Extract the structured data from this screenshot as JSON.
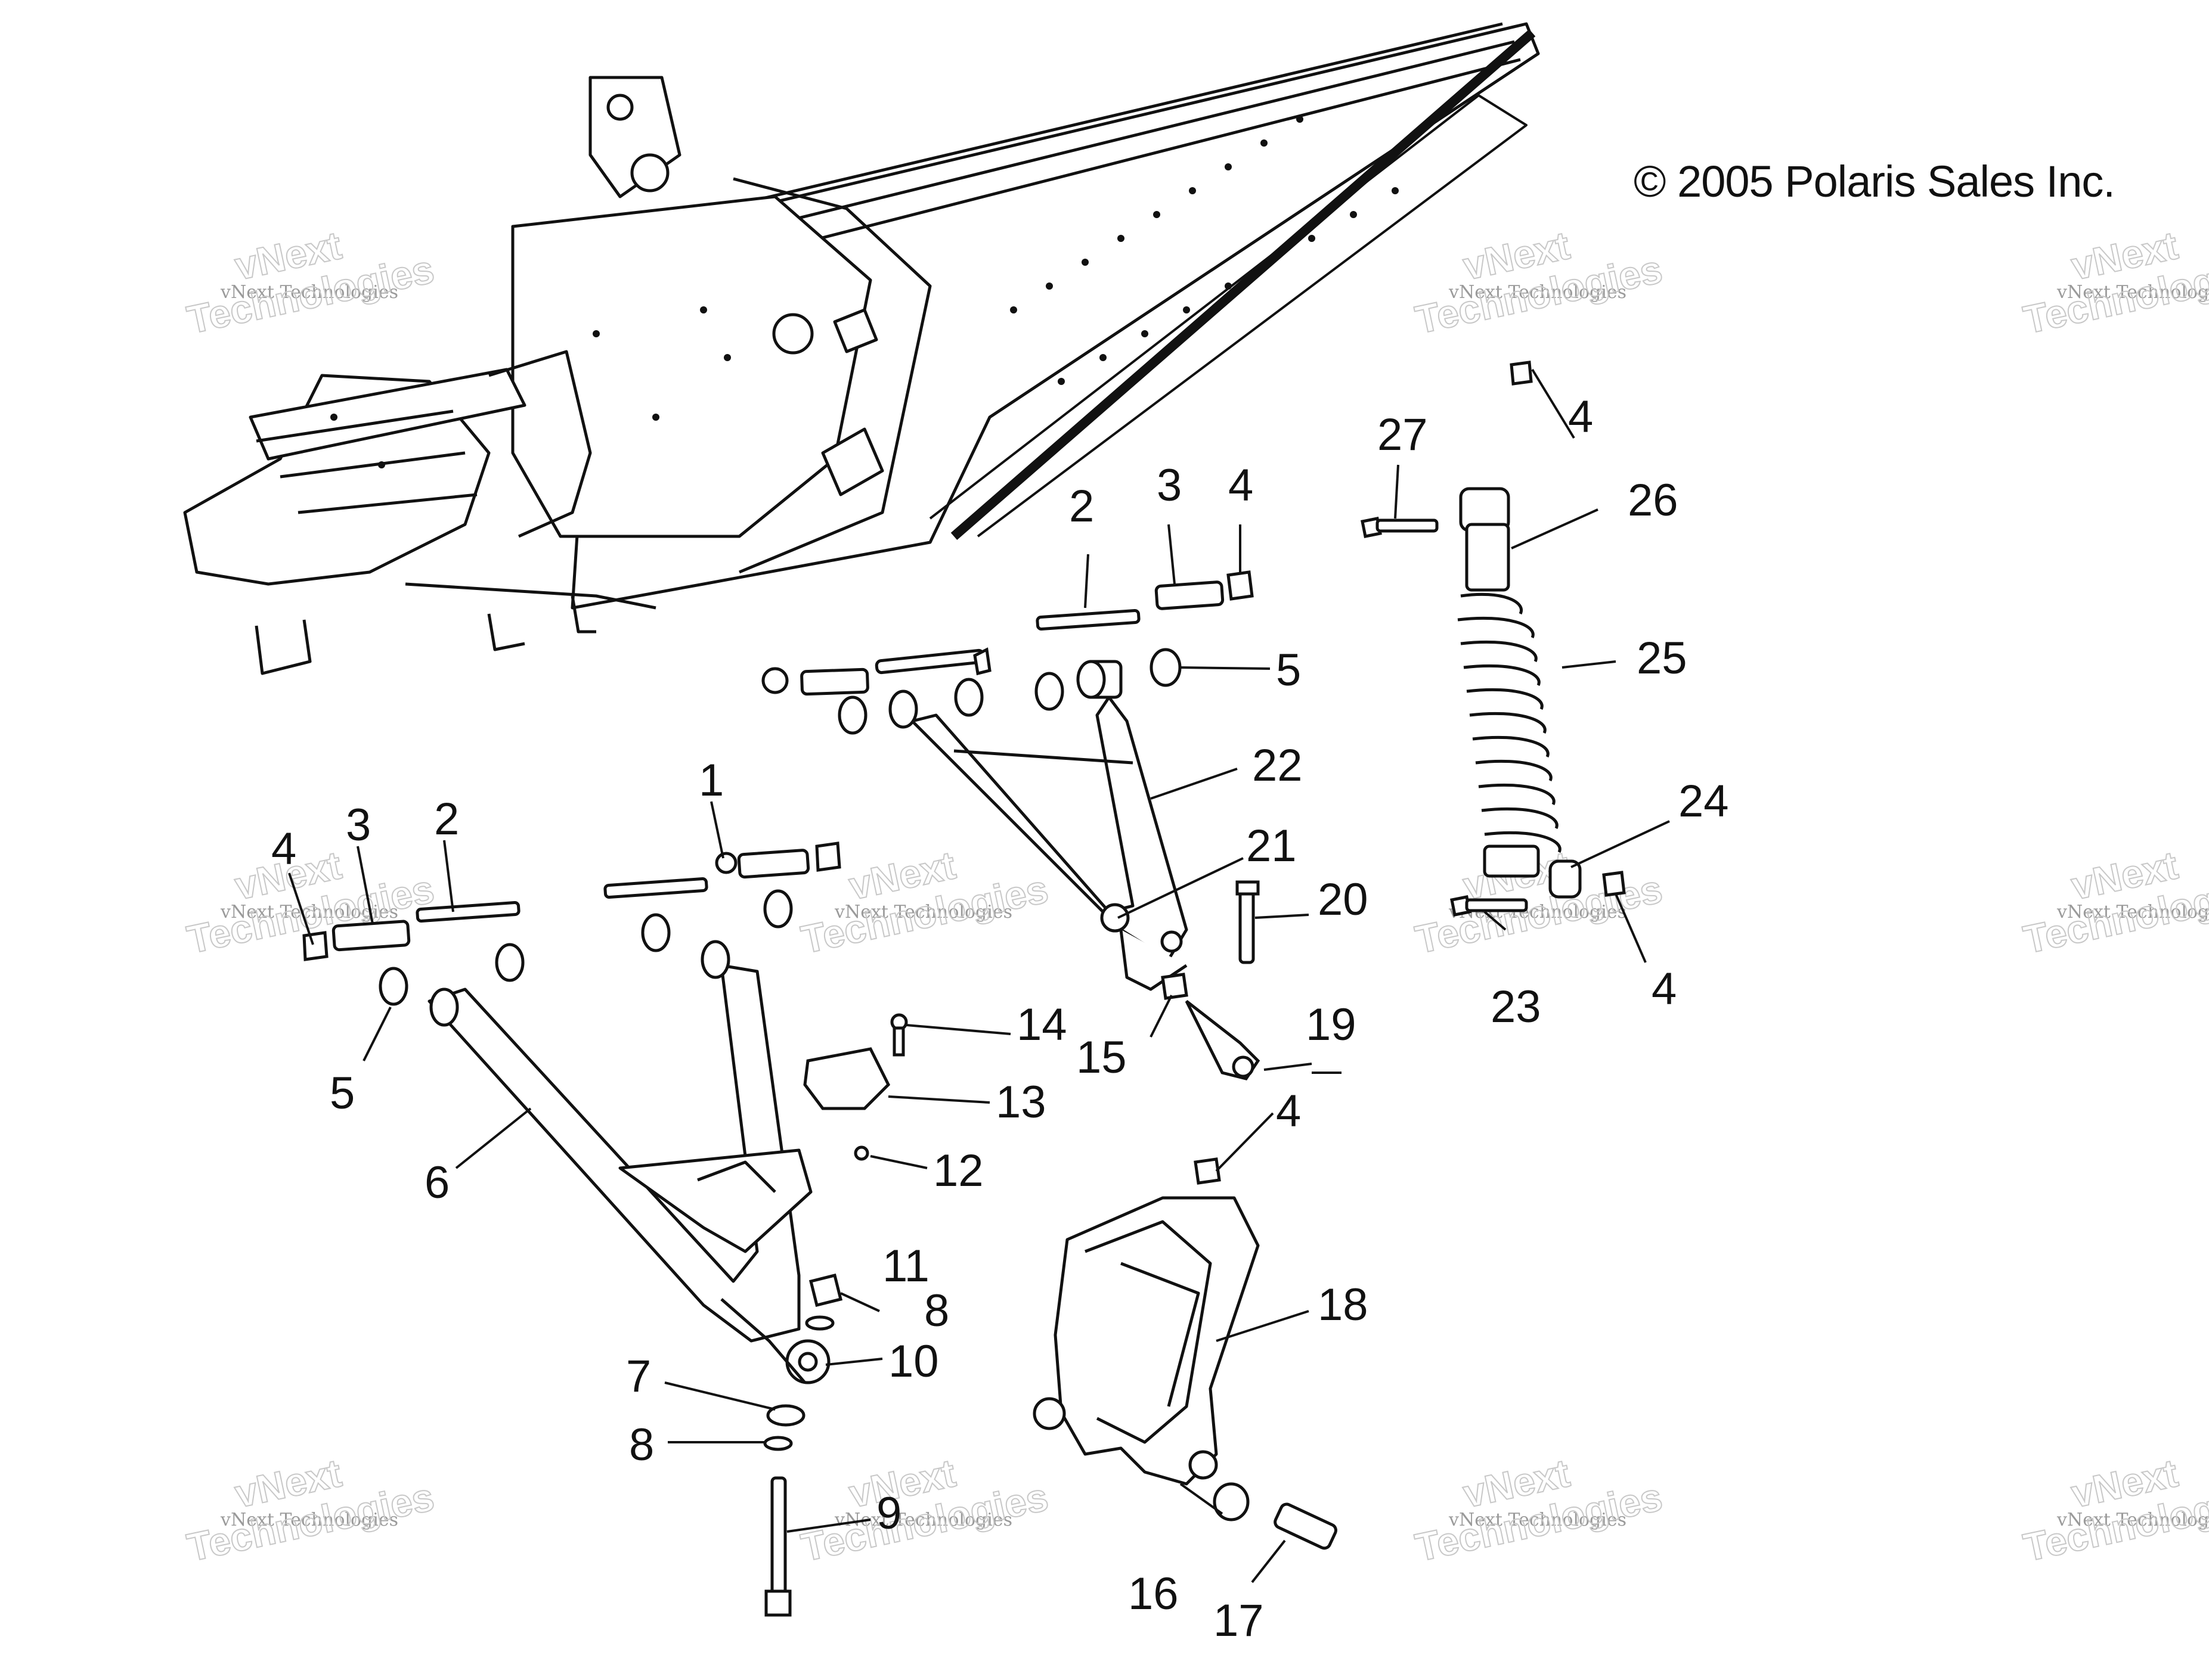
{
  "copyright": "© 2005 Polaris Sales Inc.",
  "watermark": {
    "line1": "vNext Technologies",
    "line2": "vNext",
    "line3": "Technologies"
  },
  "callouts": [
    {
      "label": "1"
    },
    {
      "label": "2"
    },
    {
      "label": "3"
    },
    {
      "label": "4"
    },
    {
      "label": "5"
    },
    {
      "label": "6"
    },
    {
      "label": "7"
    },
    {
      "label": "8"
    },
    {
      "label": "9"
    },
    {
      "label": "10"
    },
    {
      "label": "11"
    },
    {
      "label": "12"
    },
    {
      "label": "13"
    },
    {
      "label": "14"
    },
    {
      "label": "15"
    },
    {
      "label": "16"
    },
    {
      "label": "17"
    },
    {
      "label": "18"
    },
    {
      "label": "19"
    },
    {
      "label": "20"
    },
    {
      "label": "21"
    },
    {
      "label": "22"
    },
    {
      "label": "23"
    },
    {
      "label": "24"
    },
    {
      "label": "25"
    },
    {
      "label": "26"
    },
    {
      "label": "27"
    },
    {
      "label": "2"
    },
    {
      "label": "3"
    },
    {
      "label": "4"
    },
    {
      "label": "4"
    },
    {
      "label": "4"
    },
    {
      "label": "4"
    },
    {
      "label": "5"
    },
    {
      "label": "5"
    },
    {
      "label": "8"
    }
  ]
}
